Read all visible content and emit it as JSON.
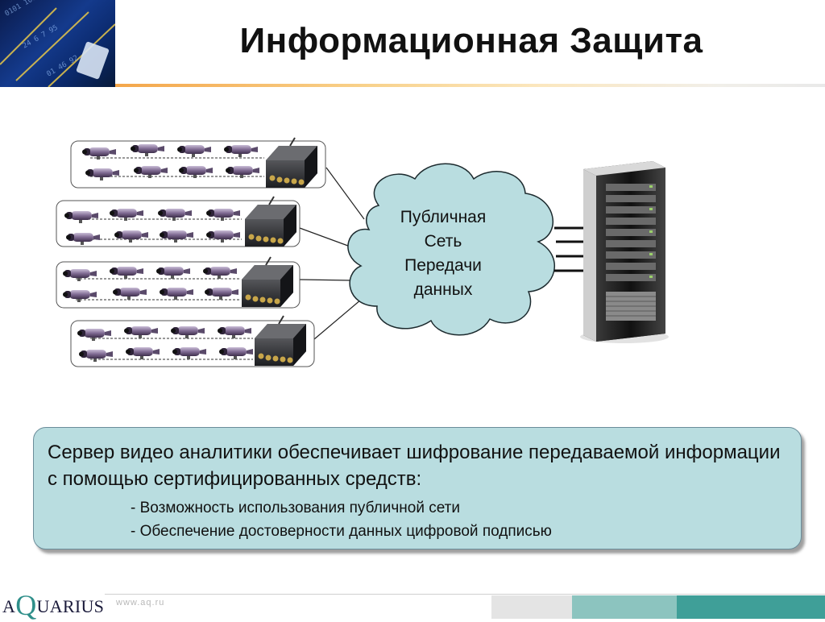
{
  "slide": {
    "title": "Информационная Защита"
  },
  "diagram": {
    "cloud_lines": [
      "Публичная",
      "Сеть",
      "Передачи",
      "данных"
    ],
    "cloud_color": "#b9dde0",
    "camera_groups": 4,
    "cameras_per_group": 8
  },
  "info_box": {
    "text": "Сервер видео аналитики обеспечивает шифрование передаваемой информации с помощью сертифицированных средств:",
    "bullets": [
      "- Возможность использования публичной сети",
      "- Обеспечение достоверности данных цифровой подписью"
    ],
    "background": "#b9dde0"
  },
  "footer": {
    "logo_prefix": "A",
    "logo_q": "Q",
    "logo_suffix": "UARIUS",
    "url": "www.aq.ru",
    "accent_colors": [
      "#e4e4e4",
      "#8cc4bf",
      "#3f9f98"
    ]
  }
}
